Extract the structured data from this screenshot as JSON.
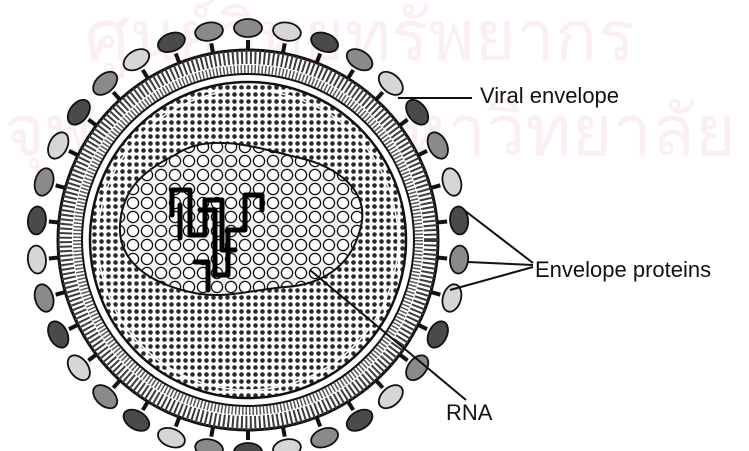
{
  "labels": {
    "viral_envelope": "Viral envelope",
    "envelope_proteins": "Envelope proteins",
    "rna": "RNA"
  },
  "colors": {
    "ink": "#111111",
    "outer_ring": "#444444",
    "capsid_dots": "#2a2a2a",
    "core_fill": "#f4f4f4",
    "protein_fill": "#bdbdbd"
  },
  "watermark": "ศูนย์วิทยทรัพยากร จุฬาลงกรณ์มหาวิทยาลัย"
}
